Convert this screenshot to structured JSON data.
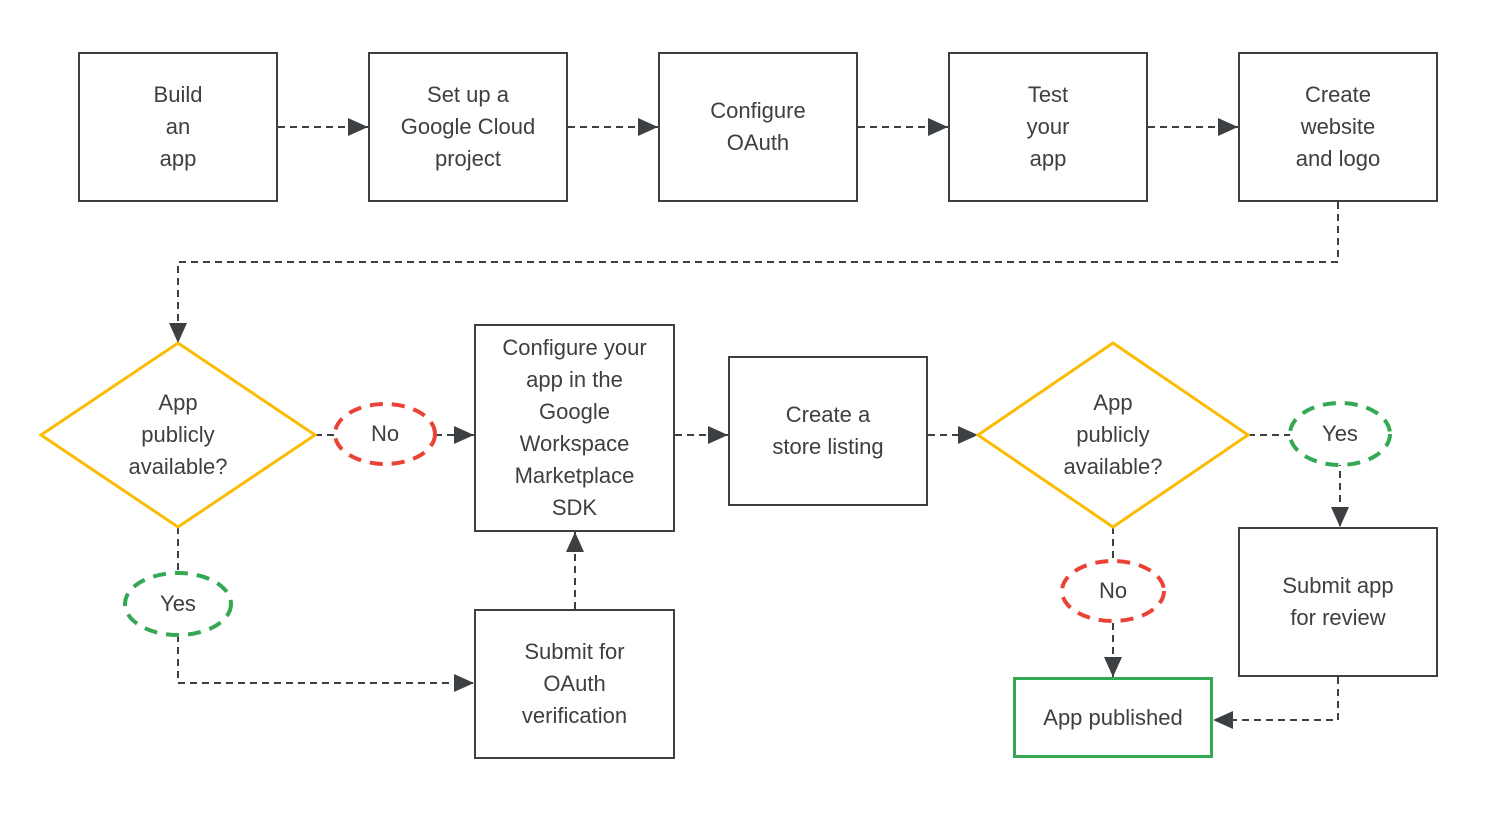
{
  "colors": {
    "connector": "#3C4043",
    "text": "#3C4043",
    "process_border": "#3C4043",
    "decision_border": "#FBBC04",
    "no_border": "#EA4335",
    "yes_border": "#34A853",
    "published_border": "#34A853",
    "background": "#FFFFFF"
  },
  "nodes": {
    "build_app": {
      "label": "Build\nan\napp"
    },
    "cloud_project": {
      "label": "Set up a\nGoogle Cloud\nproject"
    },
    "configure_oauth": {
      "label": "Configure\nOAuth"
    },
    "test_app": {
      "label": "Test\nyour\napp"
    },
    "website_logo": {
      "label": "Create\nwebsite\nand logo"
    },
    "marketplace_sdk": {
      "label": "Configure your\napp in the\nGoogle\nWorkspace\nMarketplace\nSDK"
    },
    "store_listing": {
      "label": "Create a\nstore listing"
    },
    "oauth_verification": {
      "label": "Submit for\nOAuth\nverification"
    },
    "submit_review": {
      "label": "Submit app\nfor review"
    },
    "app_published": {
      "label": "App published"
    }
  },
  "decisions": {
    "first": {
      "label": "App\npublicly\navailable?"
    },
    "second": {
      "label": "App\npublicly\navailable?"
    }
  },
  "bubbles": {
    "no1": {
      "label": "No"
    },
    "yes1": {
      "label": "Yes"
    },
    "yes2": {
      "label": "Yes"
    },
    "no2": {
      "label": "No"
    }
  },
  "edges": [
    {
      "from": "build_app",
      "to": "cloud_project",
      "label": ""
    },
    {
      "from": "cloud_project",
      "to": "configure_oauth",
      "label": ""
    },
    {
      "from": "configure_oauth",
      "to": "test_app",
      "label": ""
    },
    {
      "from": "test_app",
      "to": "website_logo",
      "label": ""
    },
    {
      "from": "website_logo",
      "to": "decision_first",
      "label": ""
    },
    {
      "from": "decision_first",
      "to": "marketplace_sdk",
      "label": "No"
    },
    {
      "from": "decision_first",
      "to": "oauth_verification",
      "label": "Yes"
    },
    {
      "from": "oauth_verification",
      "to": "marketplace_sdk",
      "label": ""
    },
    {
      "from": "marketplace_sdk",
      "to": "store_listing",
      "label": ""
    },
    {
      "from": "store_listing",
      "to": "decision_second",
      "label": ""
    },
    {
      "from": "decision_second",
      "to": "submit_review",
      "label": "Yes"
    },
    {
      "from": "decision_second",
      "to": "app_published",
      "label": "No"
    },
    {
      "from": "submit_review",
      "to": "app_published",
      "label": ""
    }
  ]
}
